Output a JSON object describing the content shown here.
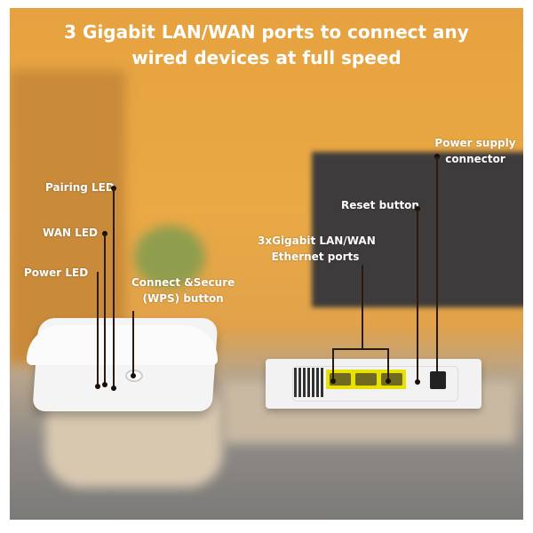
{
  "title": {
    "line1": "3 Gigabit LAN/WAN  ports to connect any",
    "line2": "wired devices at full speed"
  },
  "labels": {
    "pairing_led": "Pairing LED",
    "wan_led": "WAN LED",
    "power_led": "Power LED",
    "wps_line1": "Connect &Secure",
    "wps_line2": "(WPS) button",
    "ports_line1": "3xGigabit LAN/WAN",
    "ports_line2": "Ethernet ports",
    "reset": "Reset button",
    "power_line1": "Power supply",
    "power_line2": "connector"
  },
  "colors": {
    "wall": "#e6a23f",
    "ports": "#e8e100",
    "text": "#ffffff"
  }
}
